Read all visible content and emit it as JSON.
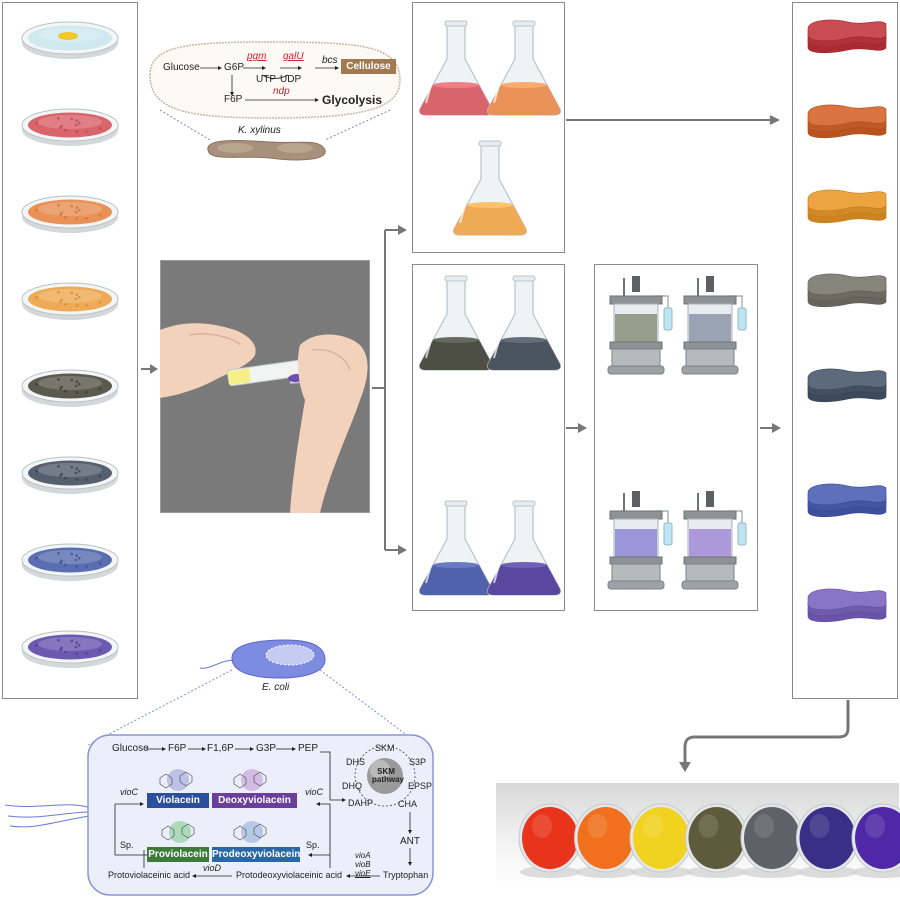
{
  "kx_diagram": {
    "glucose": "Glucose",
    "g6p": "G6P",
    "f6p": "F6P",
    "pgm": "pgm",
    "galu": "galU",
    "bcs": "bcs",
    "utp": "UTP",
    "udp": "UDP",
    "ndp": "ndp",
    "cellulose": "Cellulose",
    "glycolysis": "Glycolysis",
    "organism": "K. xylinus"
  },
  "ecoli_diagram": {
    "organism": "E. coli",
    "glucose": "Glucose",
    "f6p": "F6P",
    "f16p": "F1,6P",
    "g3p": "G3P",
    "pep": "PEP",
    "skm_pathway": "SKM pathway",
    "skm": "SKM",
    "s3p": "S3P",
    "epsp": "EPSP",
    "cha": "CHA",
    "dahp": "DAHP",
    "dhq": "DHQ",
    "dhs": "DHS",
    "ant": "ANT",
    "tryptophan": "Tryptophan",
    "violacein": "Violacein",
    "deoxyviolacein": "Deoxyviolacein",
    "proviolacein": "Proviolacein",
    "prodeoxyviolacein": "Prodeoxyviolacein",
    "protoviolaceinic_acid": "Protoviolaceinic acid",
    "protodeoxyviolaceinic_acid": "Protodeoxyviolaceinic acid",
    "vioc_left": "vioC",
    "vioc_right": "vioC",
    "sp_left": "Sp.",
    "sp_right": "Sp.",
    "viod": "vioD",
    "vioa": "vioA",
    "viob": "vioB",
    "vioe": "vioE"
  },
  "colors": {
    "petri": [
      "#cfe9ef",
      "#d9656c",
      "#e99156",
      "#efaa55",
      "#5b5a4d",
      "#55606e",
      "#5a6eb1",
      "#6a5ab0"
    ],
    "films": [
      "#c84d52",
      "#d9733f",
      "#eba441",
      "#87847c",
      "#5c6a7c",
      "#5e6fbb",
      "#8a74c7"
    ],
    "flasks_top": [
      "#d9656c",
      "#e99156",
      "#efaa55"
    ],
    "flasks_bottom": [
      "#4e4f44",
      "#4b5560",
      "#4f62ab",
      "#5a47a0"
    ],
    "reactors": [
      "#8a8f7a",
      "#8c97a8",
      "#8d86d6",
      "#a28ad6"
    ],
    "dishes_photo": [
      "#e8341b",
      "#f0701d",
      "#f1d21f",
      "#5e5b3c",
      "#5f6068",
      "#3a2f86",
      "#4e28a6"
    ],
    "violacein": "#2a4f9c",
    "deoxyviolacein": "#6a3f9c",
    "proviolacein": "#3e7a3a",
    "prodeoxyviolacein": "#2a67a8",
    "cellulose_box": "#a07a50"
  }
}
